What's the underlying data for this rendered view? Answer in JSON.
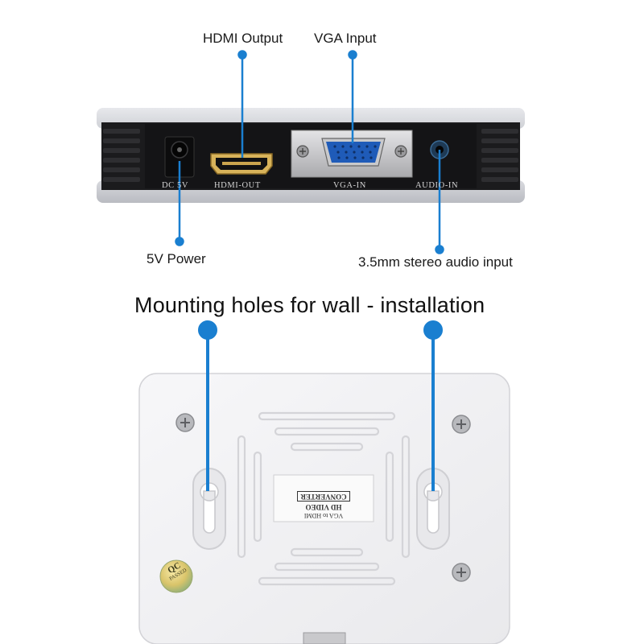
{
  "callouts": {
    "hdmi_output": "HDMI Output",
    "vga_input": "VGA Input",
    "power": "5V Power",
    "audio_input": "3.5mm stereo audio input"
  },
  "port_labels": {
    "dc": "DC 5V",
    "hdmi": "HDMI-OUT",
    "vga": "VGA-IN",
    "audio": "AUDIO-IN"
  },
  "mounting_title": "Mounting holes for wall - installation",
  "sticker": {
    "line1": "CONVERTER",
    "line2": "HD VIDEO",
    "line3": "VGA to HDMI"
  },
  "qc_sticker": {
    "line1": "QC",
    "line2": "PASSED"
  },
  "colors": {
    "accent_blue": "#1a7fd0",
    "device_white": "#f1f1f3",
    "panel_black": "#1b1b1d"
  }
}
